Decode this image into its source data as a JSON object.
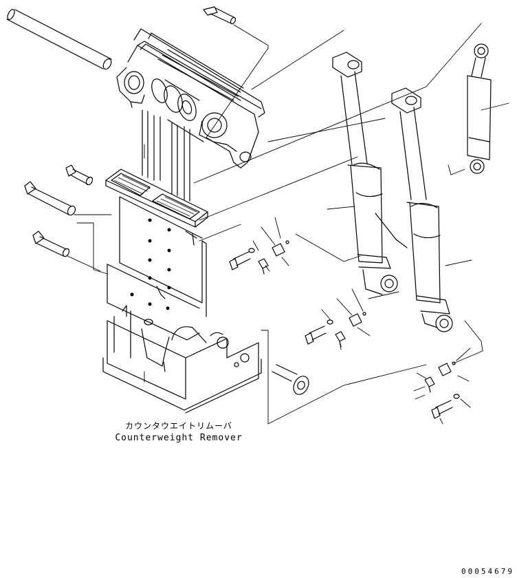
{
  "figure": {
    "caption_jp": "カウンタウエイトリムーバ",
    "caption_en": "Counterweight Remover",
    "drawing_number": "00054679"
  },
  "parts": [
    "long-pin",
    "top-pin",
    "upper-bracket",
    "cylinder-left",
    "cylinder-right",
    "small-cylinder",
    "step-plate",
    "frame-plate",
    "lower-mount",
    "pin-left-1",
    "pin-left-2",
    "pin-left-3",
    "pin-right-bottom",
    "bolt",
    "washer",
    "grease-fitting",
    "nut"
  ]
}
